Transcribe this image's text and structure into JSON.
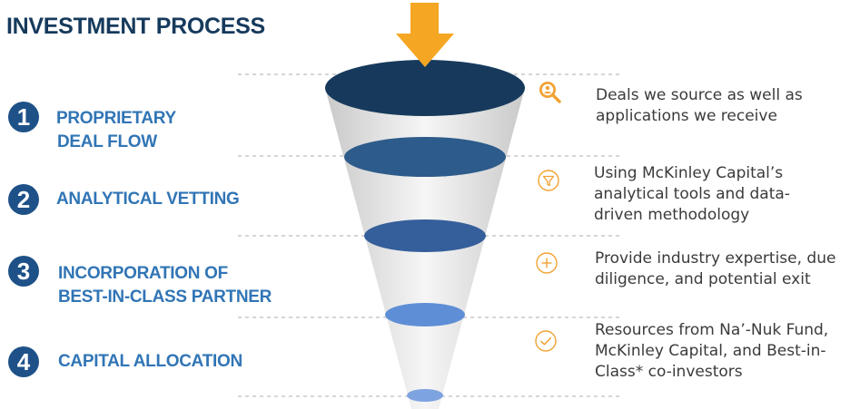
{
  "title": "INVESTMENT PROCESS",
  "colors": {
    "accent_arrow": "#f5a623",
    "step_badge": "#1e5188",
    "step_label": "#3175b5",
    "ellipse_1": "#173a5c",
    "ellipse_2": "#2d5b8b",
    "ellipse_3": "#355f9b",
    "ellipse_4": "#5e8fd6",
    "ellipse_5": "#7da3e0",
    "icon_orange": "#f2a233"
  },
  "steps": [
    {
      "number": "1",
      "label_lines": [
        "PROPRIETARY",
        "DEAL FLOW"
      ]
    },
    {
      "number": "2",
      "label_lines": [
        "ANALYTICAL VETTING"
      ]
    },
    {
      "number": "3",
      "label_lines": [
        "INCORPORATION OF",
        "BEST-IN-CLASS PARTNER"
      ]
    },
    {
      "number": "4",
      "label_lines": [
        "CAPITAL ALLOCATION"
      ]
    }
  ],
  "descriptions": [
    {
      "icon": "search-person-icon",
      "lines": [
        "Deals we source as well as",
        "applications we receive"
      ]
    },
    {
      "icon": "filter-icon",
      "lines": [
        "Using McKinley Capital’s",
        "analytical tools and data-",
        "driven methodology"
      ]
    },
    {
      "icon": "plus-circle-icon",
      "lines": [
        "Provide industry expertise, due",
        "diligence, and potential exit"
      ]
    },
    {
      "icon": "check-circle-icon",
      "lines": [
        "Resources from Na’-Nuk Fund,",
        "McKinley Capital, and  Best-in-",
        "Class* co-investors"
      ]
    }
  ]
}
